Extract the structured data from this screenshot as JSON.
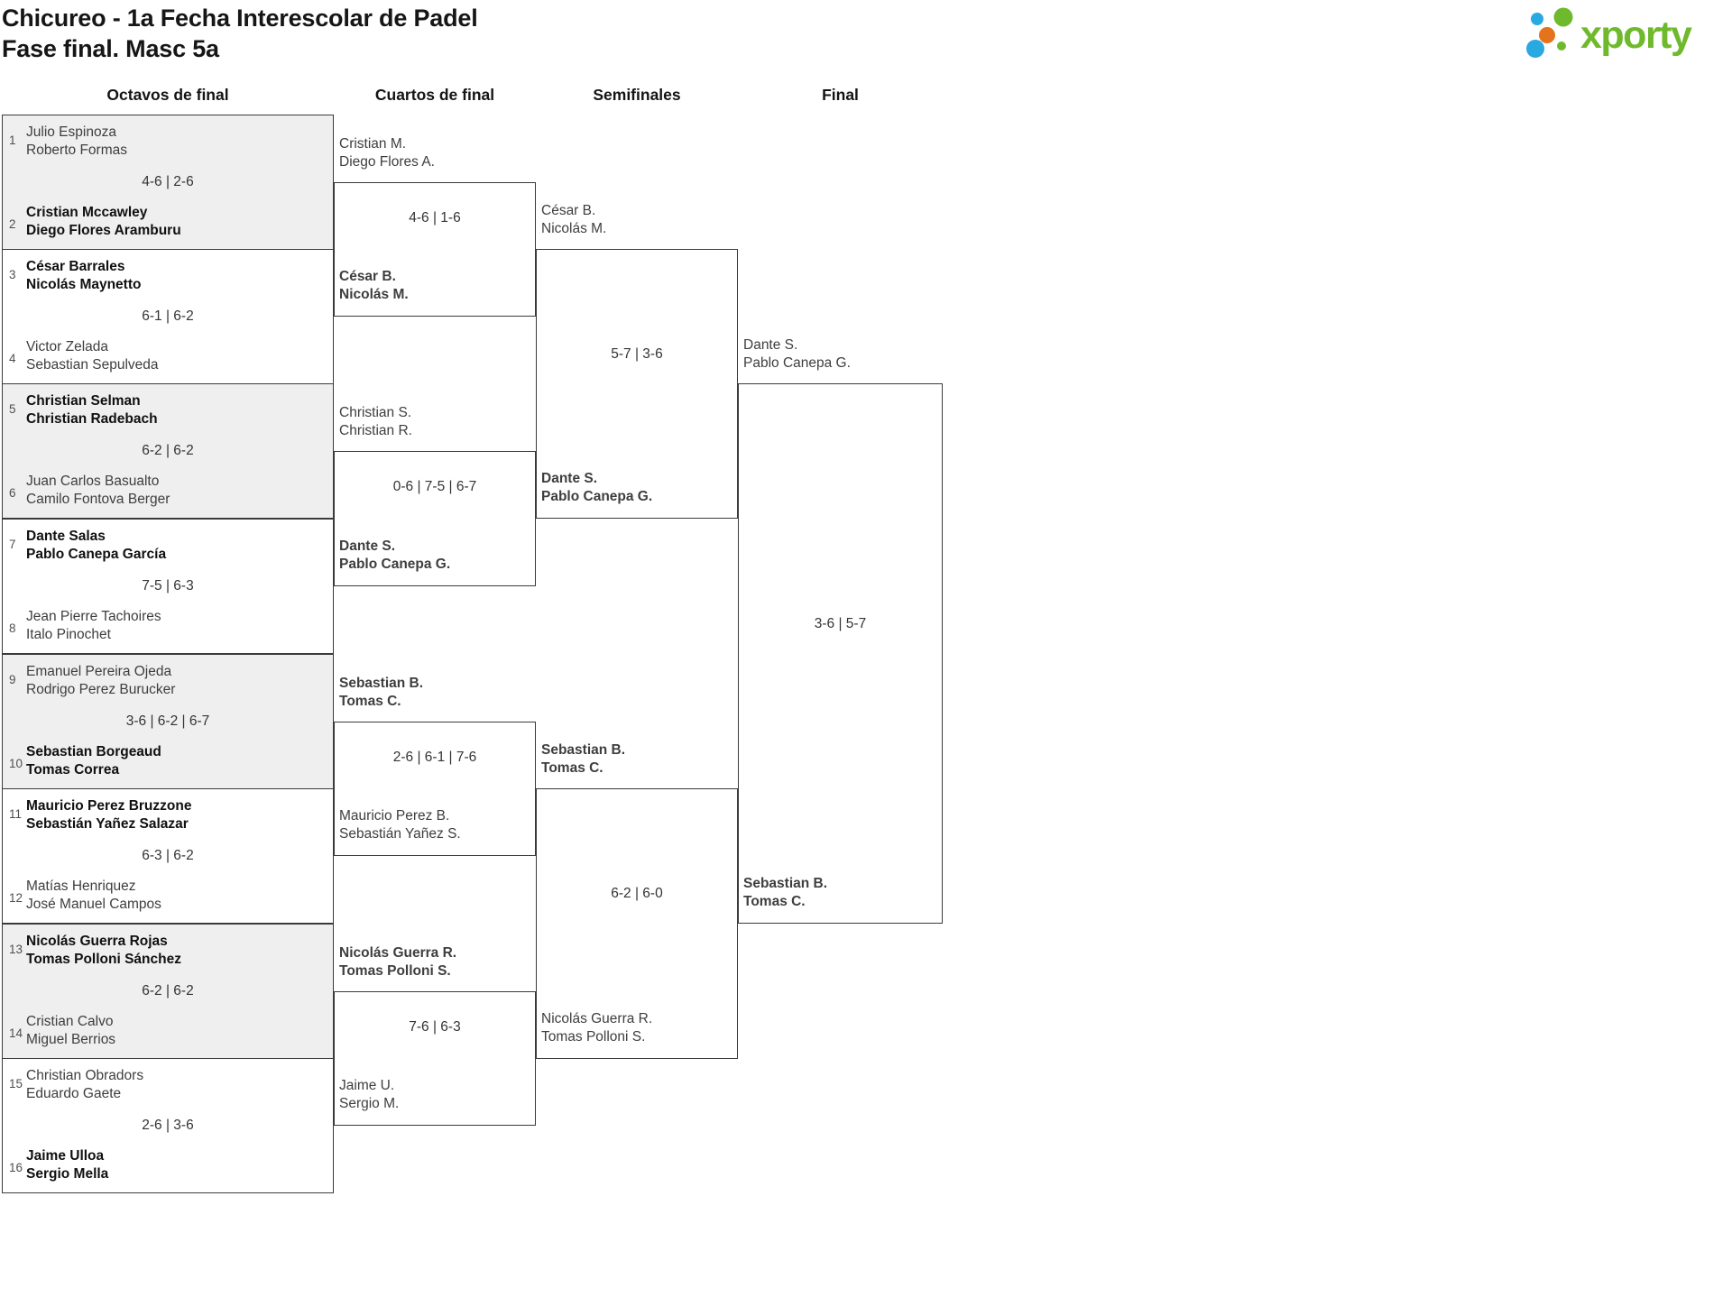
{
  "header": {
    "title_line1": "Chicureo - 1a Fecha Interescolar de Padel",
    "title_line2": "Fase final. Masc 5a",
    "logo_text": "xporty"
  },
  "round_headers": {
    "octavos": "Octavos de final",
    "cuartos": "Cuartos de final",
    "semifinales": "Semifinales",
    "final": "Final"
  },
  "colors": {
    "logo_green": "#6fb92c",
    "logo_blue": "#29a9e1",
    "logo_orange": "#e4731c",
    "match_alt_bg": "#efefef",
    "line": "#3a3a3a"
  },
  "octavos": [
    {
      "seed_top": "1",
      "team_top": [
        "Julio Espinoza",
        "Roberto Formas"
      ],
      "score": "4-6 | 2-6",
      "seed_bottom": "2",
      "team_bottom": [
        "Cristian Mccawley",
        "Diego Flores Aramburu"
      ],
      "winner": "bottom"
    },
    {
      "seed_top": "3",
      "team_top": [
        "César Barrales",
        "Nicolás Maynetto"
      ],
      "score": "6-1 | 6-2",
      "seed_bottom": "4",
      "team_bottom": [
        "Victor Zelada",
        "Sebastian Sepulveda"
      ],
      "winner": "top"
    },
    {
      "seed_top": "5",
      "team_top": [
        "Christian Selman",
        "Christian Radebach"
      ],
      "score": "6-2 | 6-2",
      "seed_bottom": "6",
      "team_bottom": [
        "Juan Carlos Basualto",
        "Camilo Fontova Berger"
      ],
      "winner": "top"
    },
    {
      "seed_top": "7",
      "team_top": [
        "Dante Salas",
        "Pablo Canepa García"
      ],
      "score": "7-5 | 6-3",
      "seed_bottom": "8",
      "team_bottom": [
        "Jean Pierre Tachoires",
        "Italo Pinochet"
      ],
      "winner": "top"
    },
    {
      "seed_top": "9",
      "team_top": [
        "Emanuel Pereira Ojeda",
        "Rodrigo Perez Burucker"
      ],
      "score": "3-6 | 6-2 | 6-7",
      "seed_bottom": "10",
      "team_bottom": [
        "Sebastian Borgeaud",
        "Tomas Correa"
      ],
      "winner": "bottom"
    },
    {
      "seed_top": "11",
      "team_top": [
        "Mauricio Perez Bruzzone",
        "Sebastián Yañez Salazar"
      ],
      "score": "6-3 | 6-2",
      "seed_bottom": "12",
      "team_bottom": [
        "Matías Henriquez",
        "José Manuel Campos"
      ],
      "winner": "top"
    },
    {
      "seed_top": "13",
      "team_top": [
        "Nicolás Guerra Rojas",
        "Tomas Polloni Sánchez"
      ],
      "score": "6-2 | 6-2",
      "seed_bottom": "14",
      "team_bottom": [
        "Cristian Calvo",
        "Miguel Berrios"
      ],
      "winner": "top"
    },
    {
      "seed_top": "15",
      "team_top": [
        "Christian Obradors",
        "Eduardo Gaete"
      ],
      "score": "2-6 | 3-6",
      "seed_bottom": "16",
      "team_bottom": [
        "Jaime Ulloa",
        "Sergio Mella"
      ],
      "winner": "bottom"
    }
  ],
  "cuartos": [
    {
      "team_top": [
        "Cristian M.",
        "Diego Flores A."
      ],
      "score": "4-6 | 1-6",
      "team_bottom": [
        "César B.",
        "Nicolás M."
      ],
      "winner": "bottom"
    },
    {
      "team_top": [
        "Christian S.",
        "Christian R."
      ],
      "score": "0-6 | 7-5 | 6-7",
      "team_bottom": [
        "Dante S.",
        "Pablo Canepa G."
      ],
      "winner": "bottom"
    },
    {
      "team_top": [
        "Sebastian B.",
        "Tomas C."
      ],
      "score": "2-6 | 6-1 | 7-6",
      "team_bottom": [
        "Mauricio Perez B.",
        "Sebastián Yañez S."
      ],
      "winner": "top"
    },
    {
      "team_top": [
        "Nicolás Guerra R.",
        "Tomas Polloni S."
      ],
      "score": "7-6 | 6-3",
      "team_bottom": [
        "Jaime U.",
        "Sergio M."
      ],
      "winner": "top"
    }
  ],
  "semifinales": [
    {
      "team_top": [
        "César B.",
        "Nicolás M."
      ],
      "score": "5-7 | 3-6",
      "team_bottom": [
        "Dante S.",
        "Pablo Canepa G."
      ],
      "winner": "bottom"
    },
    {
      "team_top": [
        "Sebastian B.",
        "Tomas C."
      ],
      "score": "6-2 | 6-0",
      "team_bottom": [
        "Nicolás Guerra R.",
        "Tomas Polloni S."
      ],
      "winner": "top"
    }
  ],
  "final": {
    "team_top": [
      "Dante S.",
      "Pablo Canepa G."
    ],
    "score": "3-6 | 5-7",
    "team_bottom": [
      "Sebastian B.",
      "Tomas C."
    ],
    "winner": "bottom"
  }
}
